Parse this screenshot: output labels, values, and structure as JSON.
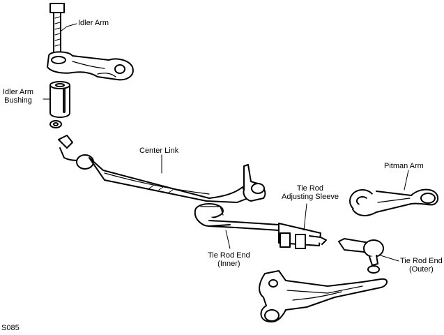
{
  "labels": {
    "idler_arm": "Idler Arm",
    "idler_arm_bushing": [
      "Idler Arm",
      "Bushing"
    ],
    "center_link": "Center Link",
    "pitman_arm": "Pitman Arm",
    "tie_rod_adjusting_sleeve": [
      "Tie Rod",
      "Adjusting Sleeve"
    ],
    "tie_rod_end_inner": [
      "Tie Rod End",
      "(Inner)"
    ],
    "tie_rod_end_outer": [
      "Tie Rod End",
      "(Outer)"
    ]
  },
  "figure_code": "S085",
  "colors": {
    "ink": "#000000",
    "paper": "#ffffff",
    "shade": "#d8d8d8"
  }
}
